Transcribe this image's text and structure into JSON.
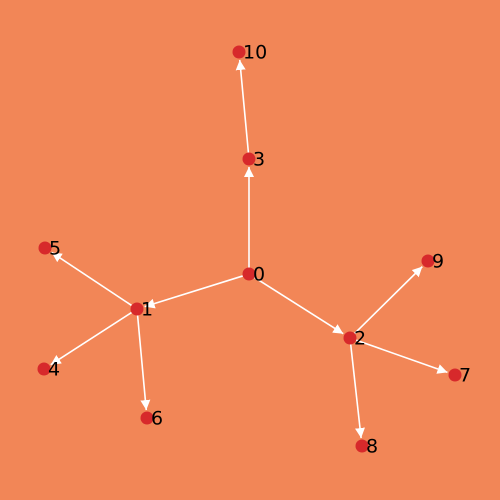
{
  "diagram": {
    "type": "directed-tree",
    "colors": {
      "background": "#f28657",
      "node": "#d7292b",
      "edge": "#ffffff",
      "label": "#000000"
    },
    "nodes": [
      {
        "id": "0",
        "label": "0"
      },
      {
        "id": "1",
        "label": "1"
      },
      {
        "id": "2",
        "label": "2"
      },
      {
        "id": "3",
        "label": "3"
      },
      {
        "id": "4",
        "label": "4"
      },
      {
        "id": "5",
        "label": "5"
      },
      {
        "id": "6",
        "label": "6"
      },
      {
        "id": "7",
        "label": "7"
      },
      {
        "id": "8",
        "label": "8"
      },
      {
        "id": "9",
        "label": "9"
      },
      {
        "id": "10",
        "label": "10"
      }
    ],
    "edges": [
      {
        "from": "0",
        "to": "1"
      },
      {
        "from": "0",
        "to": "2"
      },
      {
        "from": "0",
        "to": "3"
      },
      {
        "from": "3",
        "to": "10"
      },
      {
        "from": "1",
        "to": "4"
      },
      {
        "from": "1",
        "to": "5"
      },
      {
        "from": "1",
        "to": "6"
      },
      {
        "from": "2",
        "to": "7"
      },
      {
        "from": "2",
        "to": "8"
      },
      {
        "from": "2",
        "to": "9"
      }
    ]
  }
}
